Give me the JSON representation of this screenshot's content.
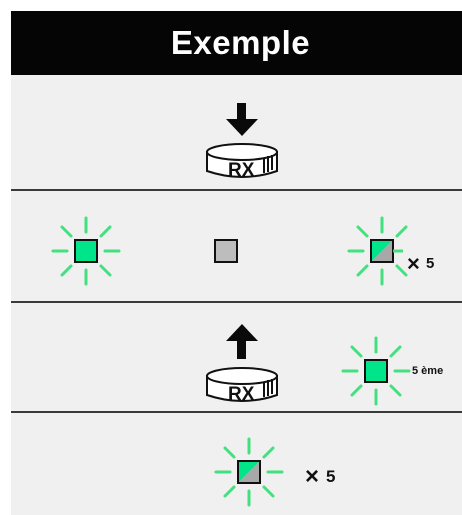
{
  "header": {
    "title": "Exemple"
  },
  "steps": [
    {
      "icon": "rx-card-insert-icon",
      "card_label": "RX"
    },
    {
      "icons": [
        "blinking-green-square-icon",
        "grey-square-icon",
        "blinking-half-green-square-icon"
      ],
      "count_label": "5"
    },
    {
      "icon": "rx-card-remove-icon",
      "card_label": "RX",
      "blink_icon": "blinking-green-square-icon",
      "ordinal_label": "5 ème"
    },
    {
      "icon": "blinking-half-green-square-icon",
      "count_label": "5"
    }
  ],
  "colors": {
    "header_bg": "#050505",
    "panel_bg": "#f0f0f0",
    "green": "#00e58a",
    "ray": "#43e07f",
    "grey": "#bdbdbd"
  }
}
